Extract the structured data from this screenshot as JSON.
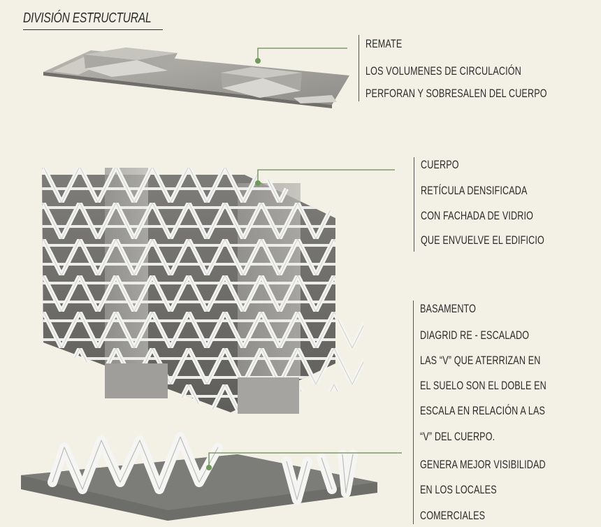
{
  "title": "DIVISIÓN ESTRUCTURAL",
  "colors": {
    "background": "#f3f0e6",
    "leader": "#6a8a55",
    "marker": "#6c9a57",
    "text": "#2b2b2b"
  },
  "sections": [
    {
      "heading": "REMATE",
      "lines": [
        "LOS VOLUMENES DE CIRCULACIÓN",
        "PERFORAN Y SOBRESALEN DEL CUERPO"
      ]
    },
    {
      "heading": "CUERPO",
      "lines": [
        "RETÍCULA DENSIFICADA",
        "CON FACHADA DE VIDRIO",
        "QUE ENVUELVE EL EDIFICIO"
      ]
    },
    {
      "heading": "BASAMENTO",
      "lines": [
        "DIAGRID RE - ESCALADO",
        "LAS “V” QUE ATERRIZAN EN",
        "EL SUELO SON EL DOBLE EN",
        "ESCALA EN RELACIÓN A LAS",
        "“V” DEL CUERPO.",
        "GENERA MEJOR VISIBILIDAD",
        "EN LOS LOCALES",
        "COMERCIALES"
      ]
    }
  ]
}
